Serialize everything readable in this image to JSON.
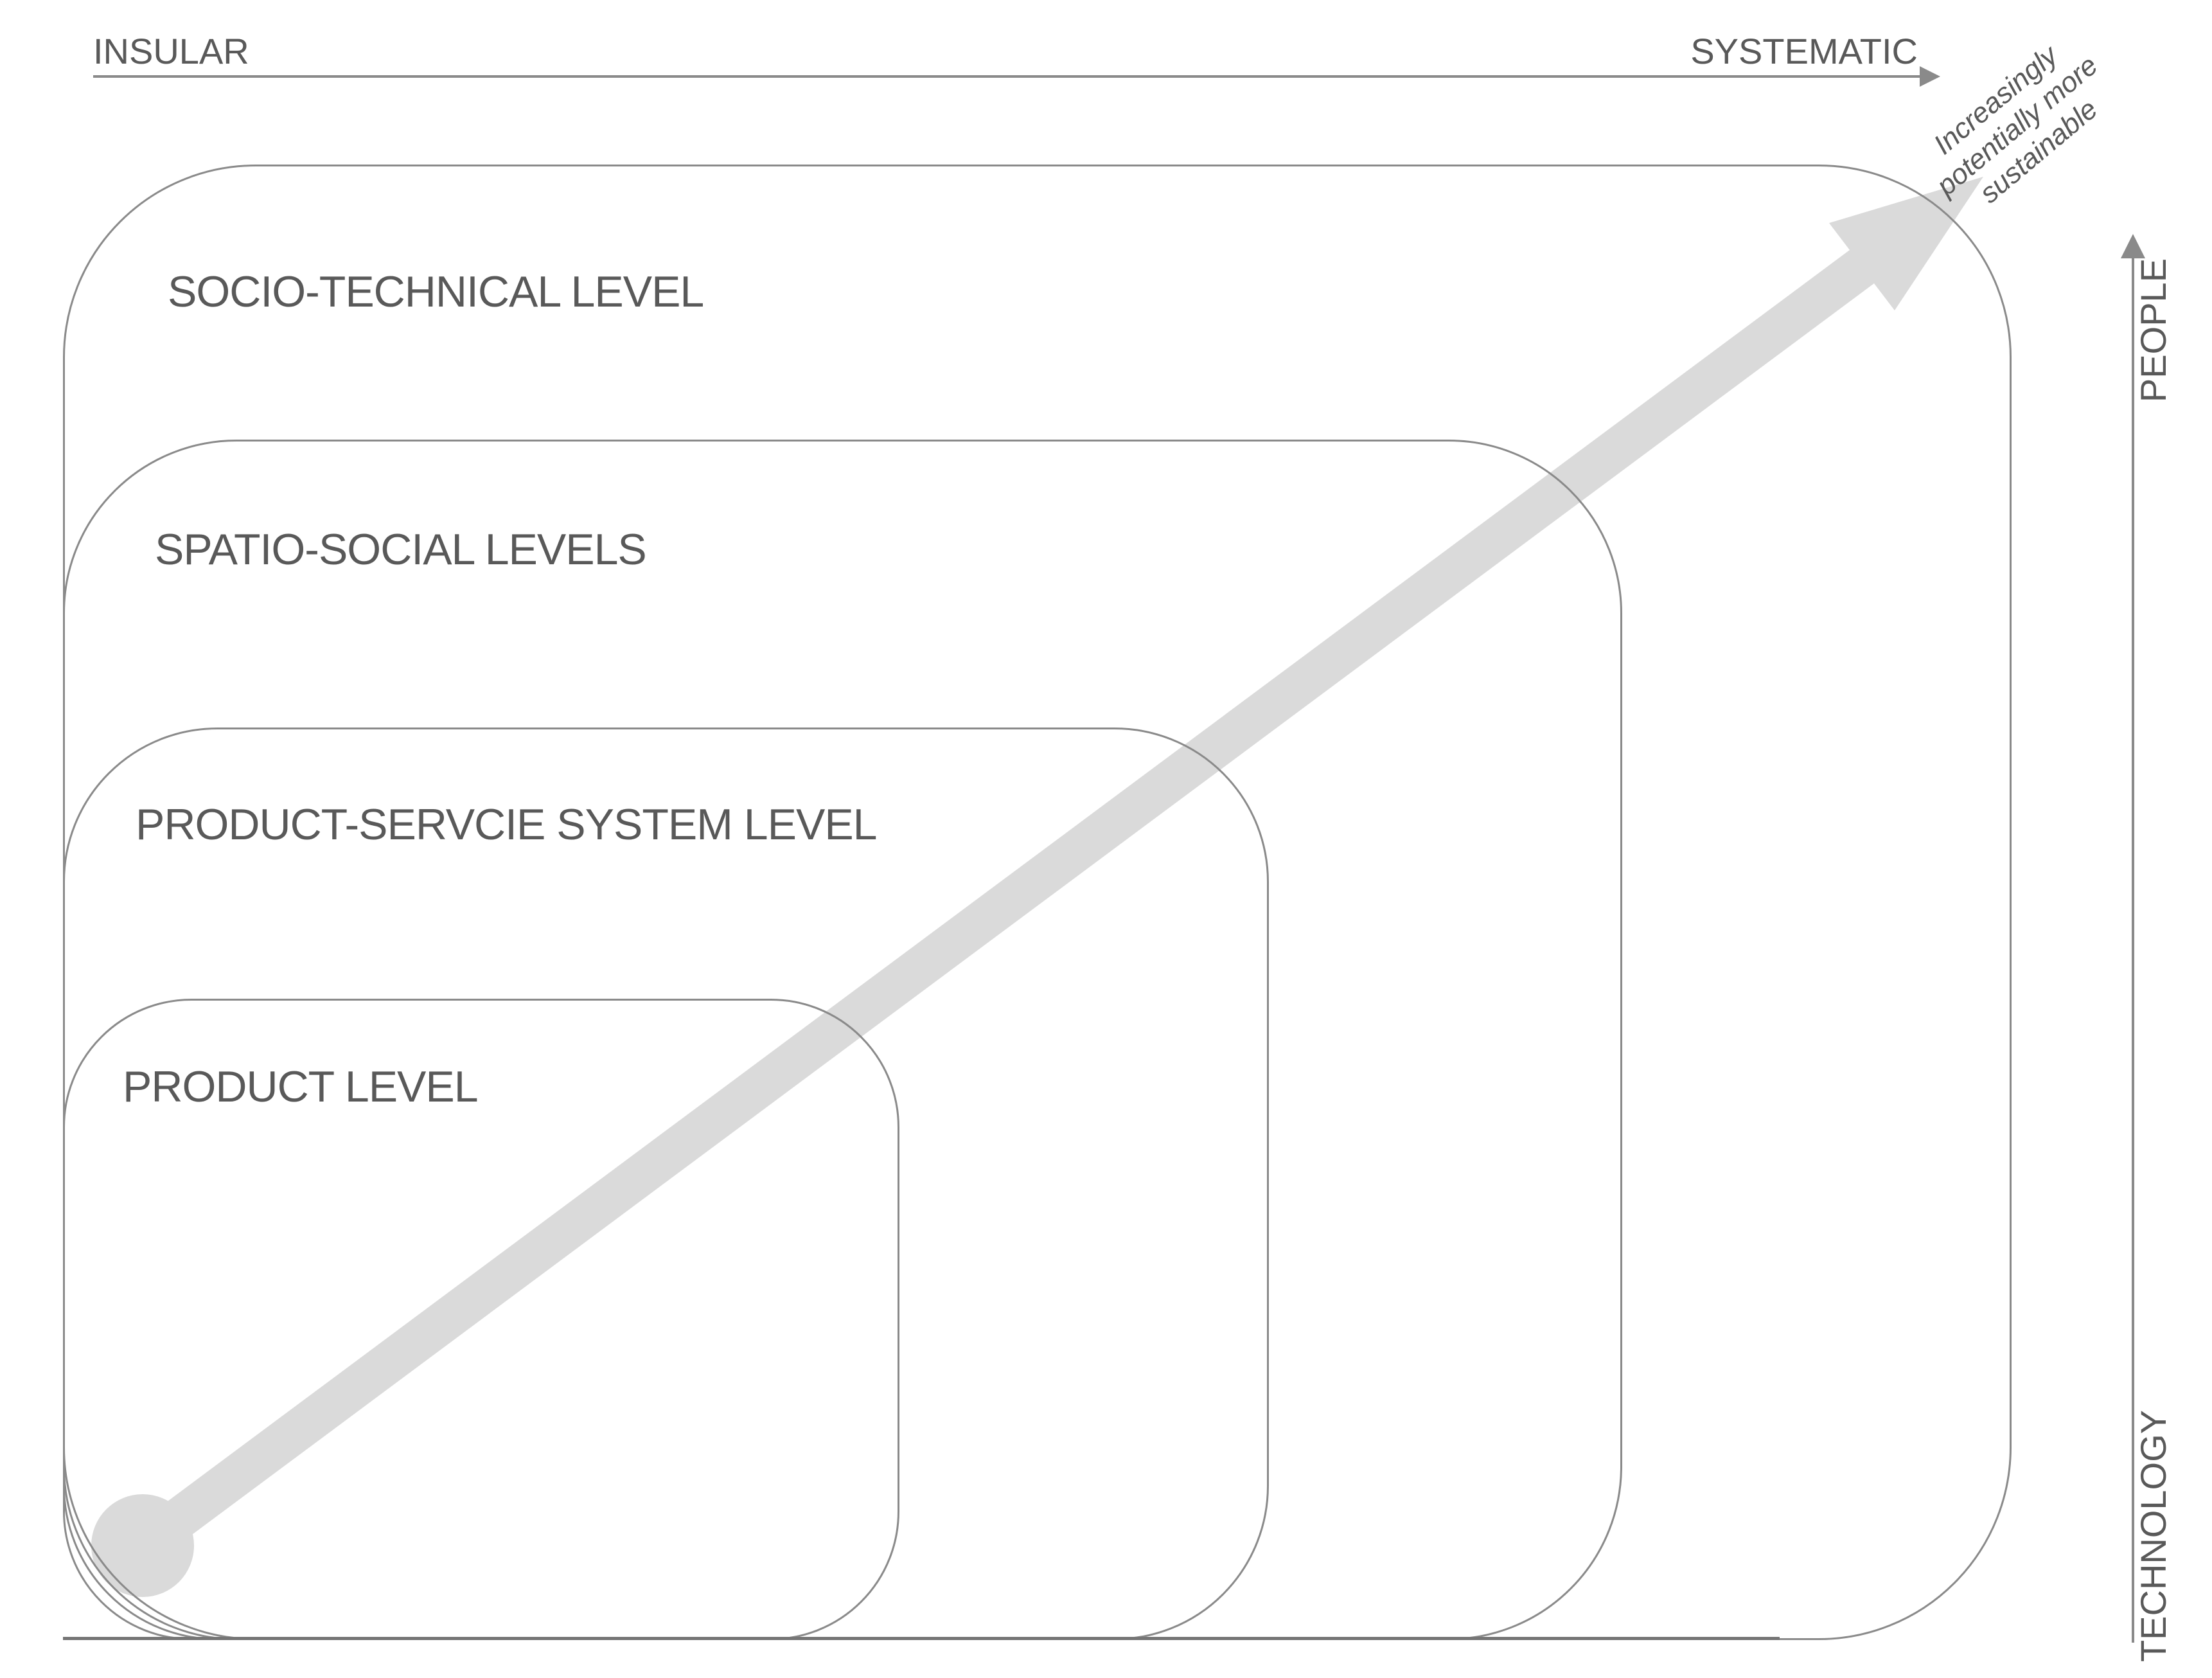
{
  "axes": {
    "horizontal": {
      "left_label": "INSULAR",
      "right_label": "SYSTEMATIC"
    },
    "vertical": {
      "top_label": "PEOPLE",
      "bottom_label": "TECHNOLOGY"
    }
  },
  "levels": [
    {
      "label": "SOCIO-TECHNICAL LEVEL"
    },
    {
      "label": "SPATIO-SOCIAL LEVELS"
    },
    {
      "label": "PRODUCT-SERVCIE SYSTEM LEVEL"
    },
    {
      "label": "PRODUCT LEVEL"
    }
  ],
  "diagonal_arrow": {
    "annotation_lines": [
      "Increasingly",
      "potentially more",
      "sustainable"
    ]
  },
  "colors": {
    "background": "#ffffff",
    "line_gray": "#8a8a8a",
    "text_gray": "#595959",
    "arrow_fill": "#dadada"
  }
}
